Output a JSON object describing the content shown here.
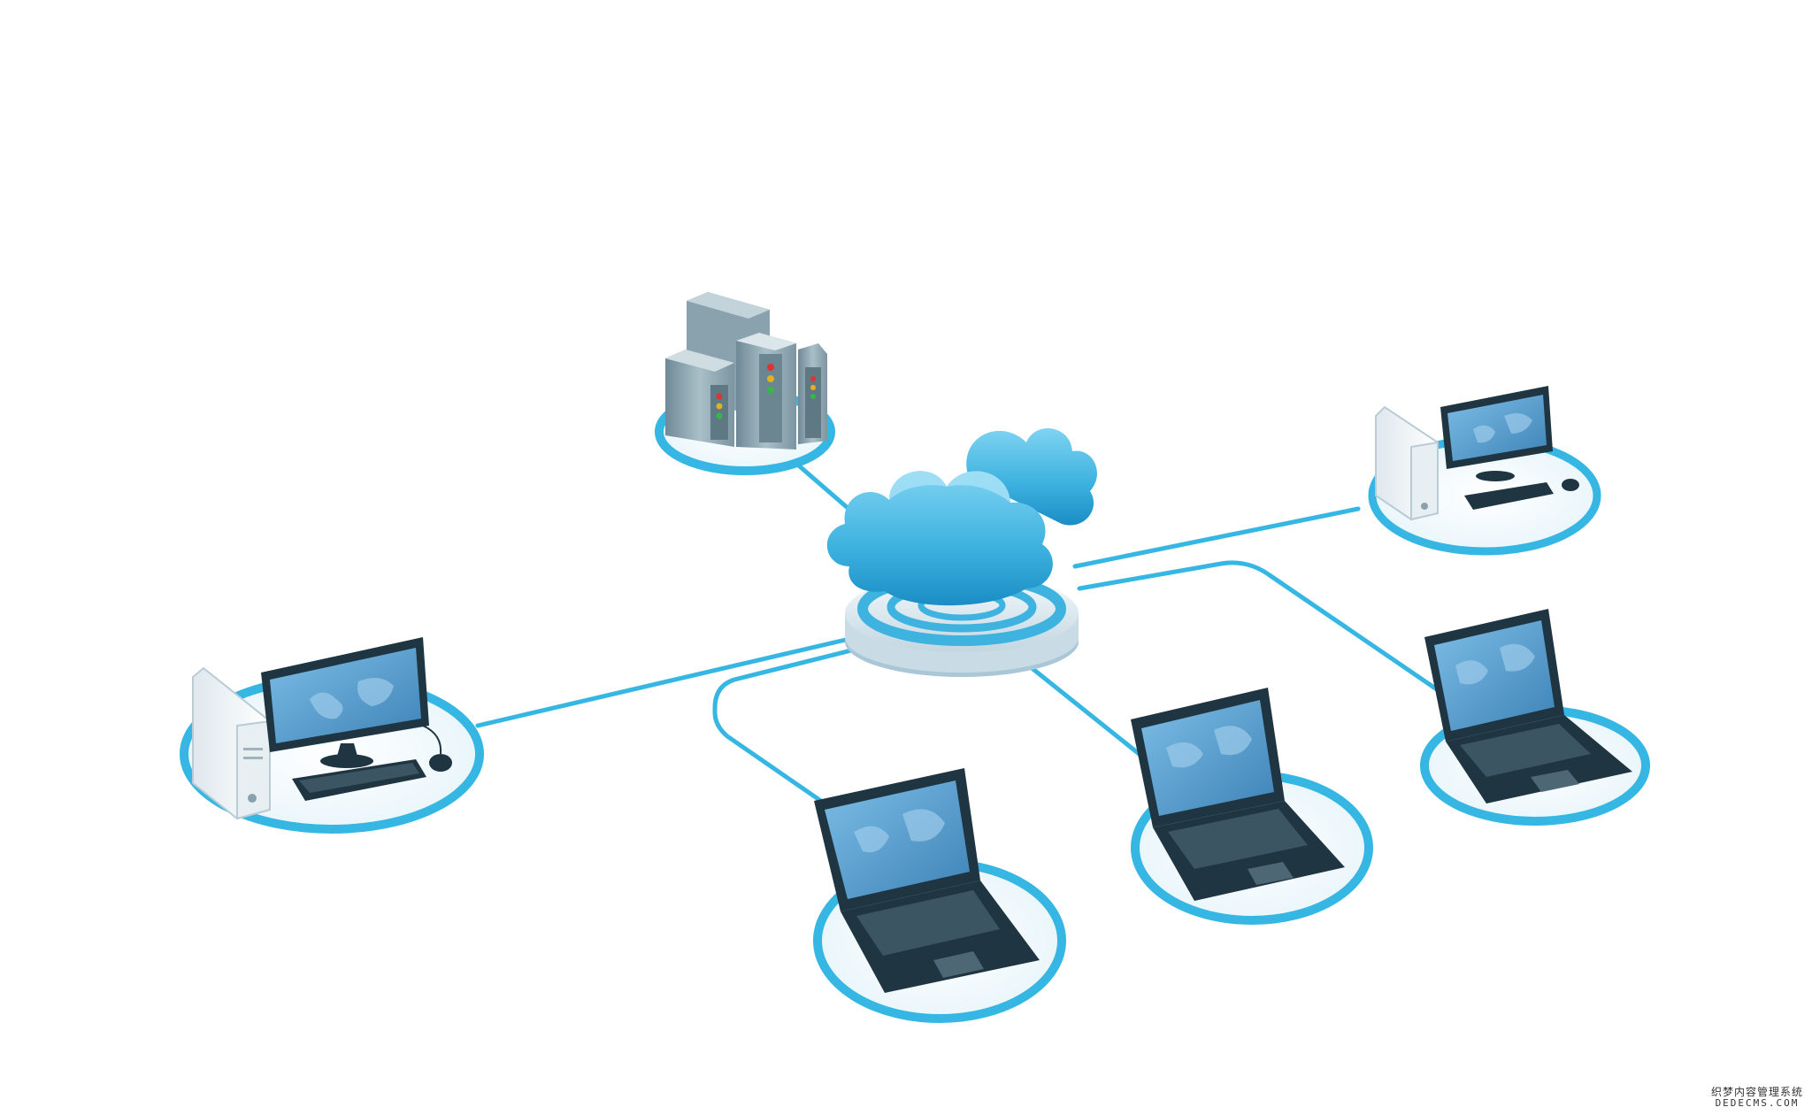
{
  "colors": {
    "background": "#ffffff",
    "accent": "#35b6e3",
    "accent_dark": "#1589bd",
    "cloud": "#3fb3e0",
    "server": "#8ea6b1",
    "device_dark": "#203744",
    "screen": "#4a93c4"
  },
  "scene": {
    "hub": "cloud-icon",
    "nodes": [
      {
        "id": "server",
        "icon": "server-rack-icon"
      },
      {
        "id": "desktop-left",
        "icon": "desktop-computer-icon"
      },
      {
        "id": "desktop-right",
        "icon": "desktop-computer-icon"
      },
      {
        "id": "laptop-1",
        "icon": "laptop-icon"
      },
      {
        "id": "laptop-2",
        "icon": "laptop-icon"
      },
      {
        "id": "laptop-3",
        "icon": "laptop-icon"
      }
    ]
  },
  "watermark": {
    "line1": "织梦内容管理系统",
    "line2": "DEDECMS.COM"
  }
}
